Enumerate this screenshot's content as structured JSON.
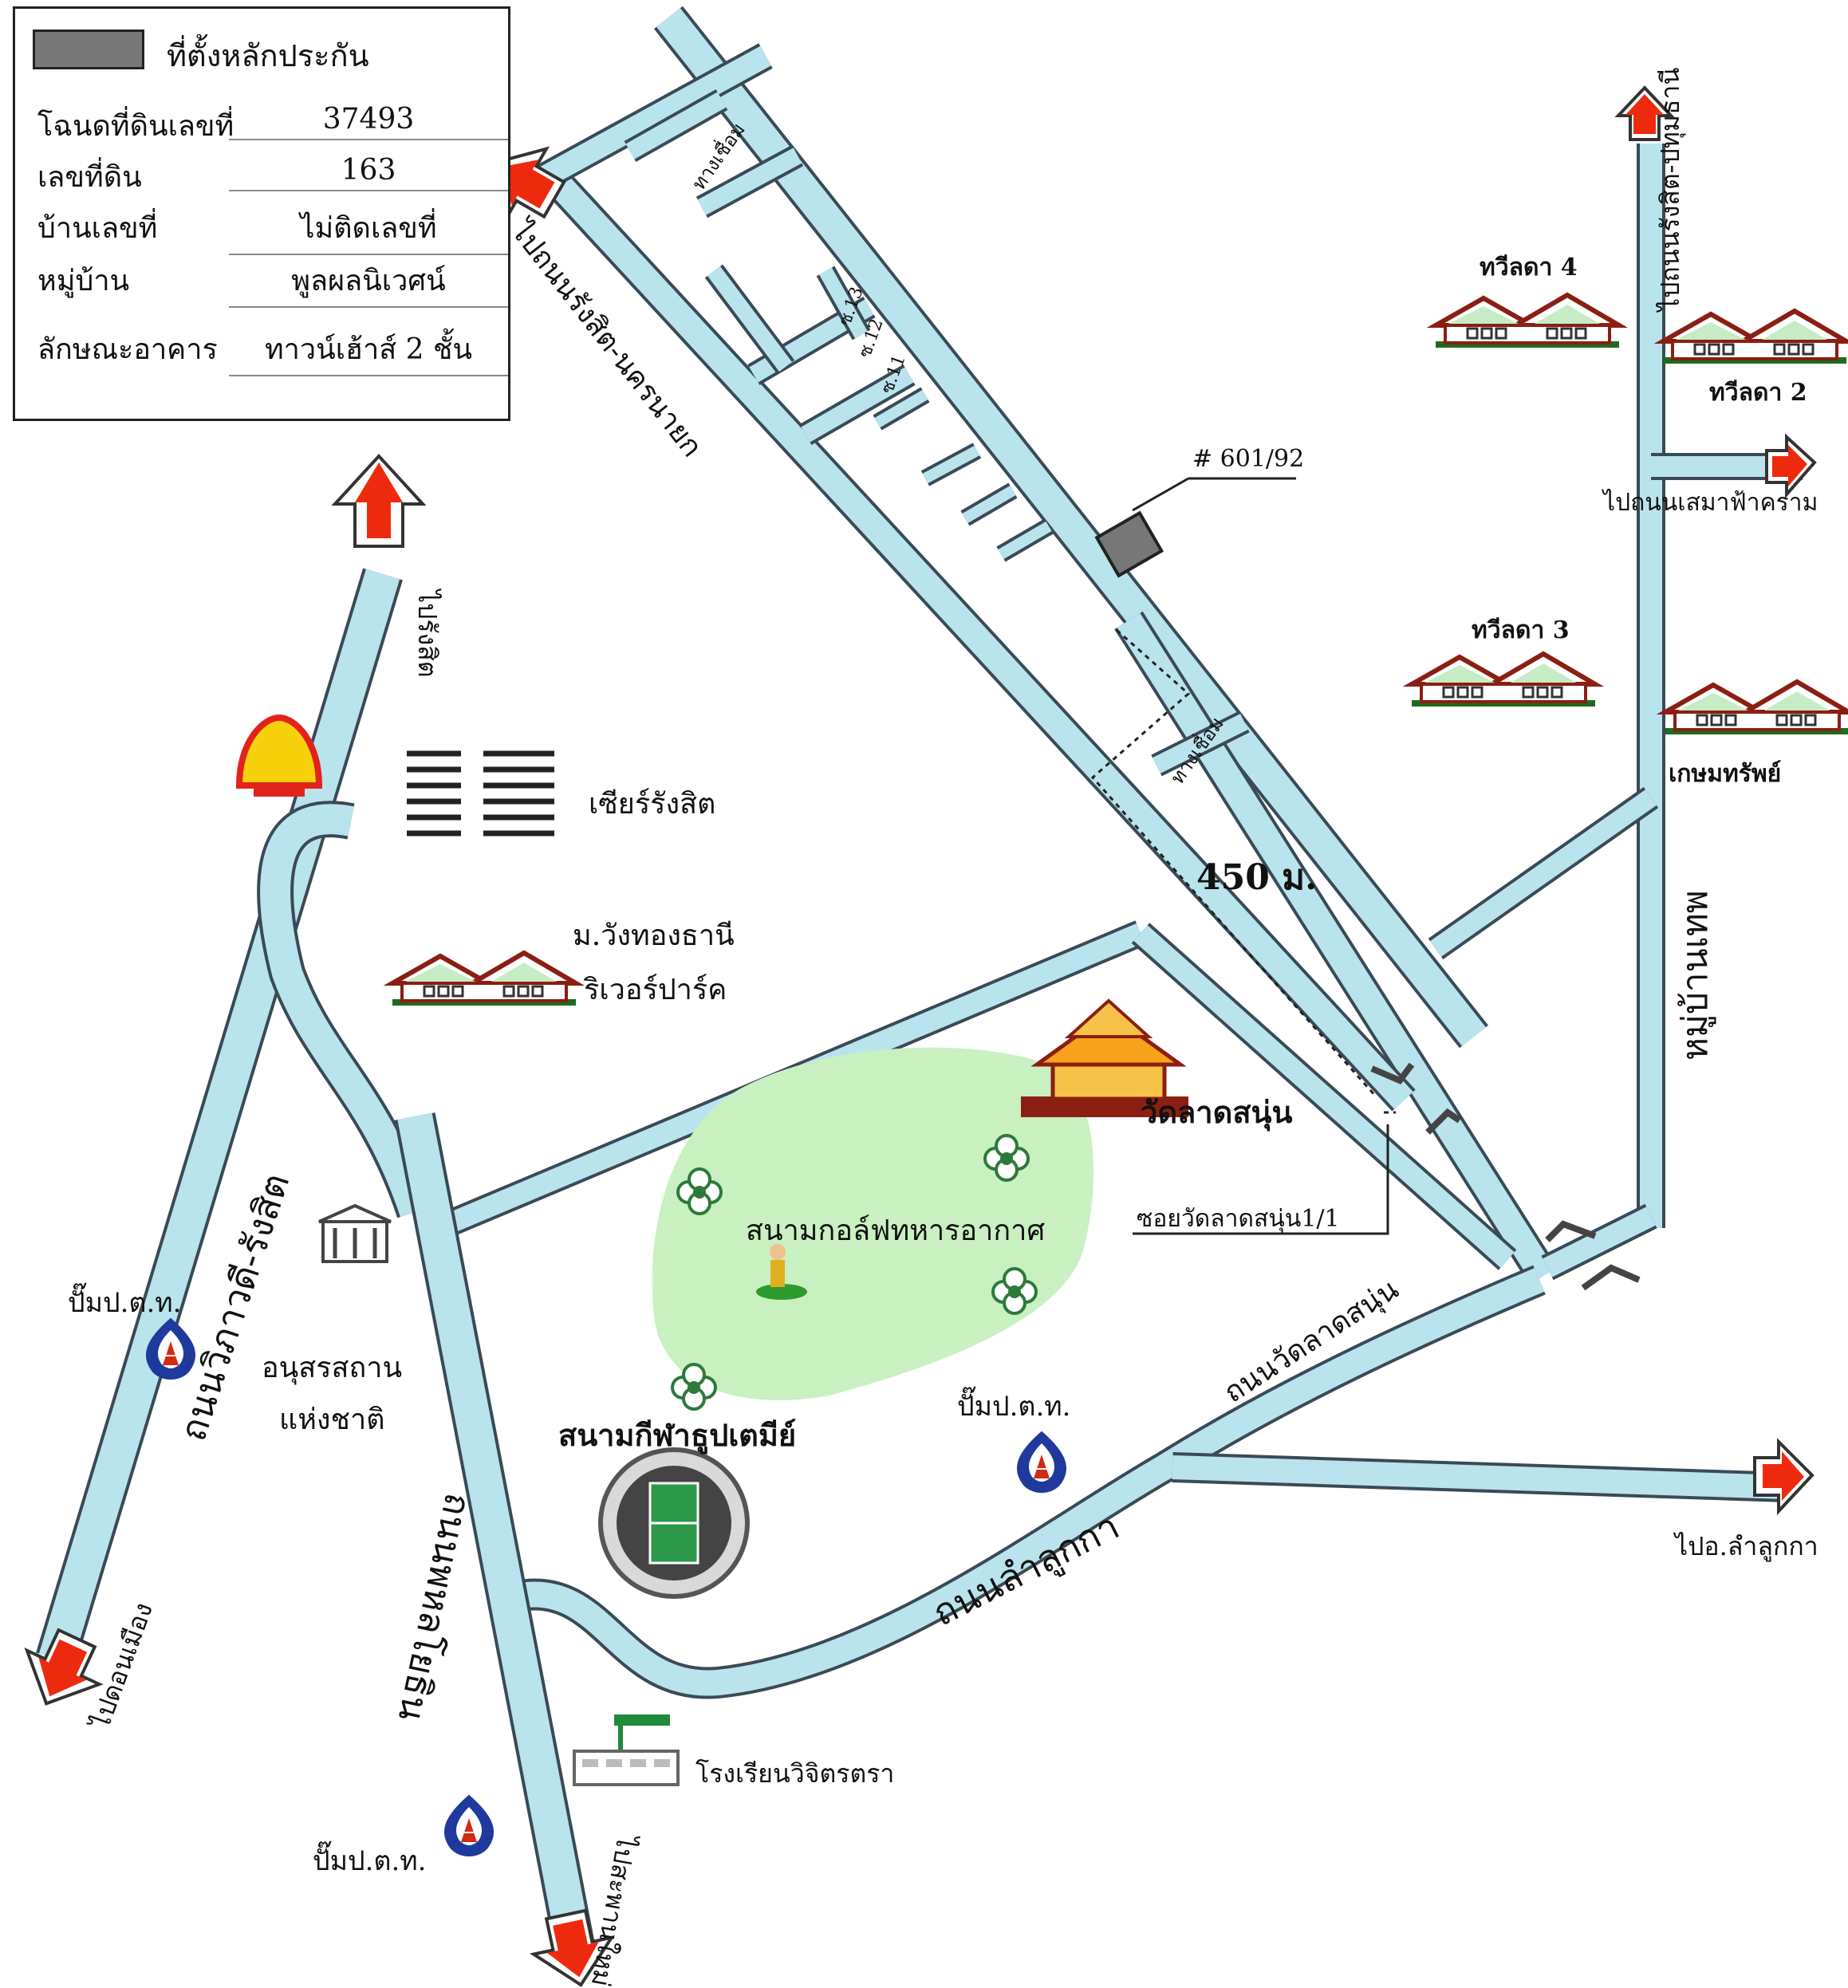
{
  "legend": {
    "swatch_label": "ที่ตั้งหลักประกัน",
    "rows": [
      {
        "key": "โฉนดที่ดินเลขที่",
        "value": "37493"
      },
      {
        "key": "เลขที่ดิน",
        "value": "163"
      },
      {
        "key": "บ้านเลขที่",
        "value": "ไม่ติดเลขที่"
      },
      {
        "key": "หมู่บ้าน",
        "value": "พูลผลนิเวศน์"
      },
      {
        "key": "ลักษณะอาคาร",
        "value": "ทาวน์เฮ้าส์ 2 ชั้น"
      }
    ]
  },
  "labels": {
    "to_rangsit_nakhonnayok": "ไปถนนรังสิต-นครนายก",
    "connector_top": "ทางเชื่อม",
    "connector_mid": "ทางเชื่อม",
    "soi_13": "ซ.13",
    "soi_12": "ซ.12",
    "soi_11": "ซ.11",
    "house_number": "# 601/92",
    "distance": "450 ม.",
    "to_rangsit": "ไปรังสิต",
    "to_donmueang": "ไปดอนเมือง",
    "vibhavadi_road": "ถนนวิภาวดี-รังสิต",
    "phaholyothin_road": "ถนนพหลโยธิน",
    "to_saphan_mai": "ไปสะพานใหม่",
    "lamlukka_road": "ถนนลำลูกกา",
    "to_lamlukka": "ไปอ.ลำลูกกา",
    "watlatsanun_road": "ถนนวัดลาดสนุ่น",
    "soi_watlatsanun": "ซอยวัดลาดสนุ่น1/1",
    "wat_latsanun": "วัดลาดสนุ่น",
    "golf_course": "สนามกอล์ฟทหารอากาศ",
    "stadium": "สนามกีฬาธูปเตมีย์",
    "school": "โรงเรียนวิจิตรตรา",
    "future_rangsit": "เซียร์รังสิต",
    "wangthong_1": "ม.วังทองธานี",
    "wangthong_2": "ริเวอร์ปาร์ค",
    "monument_1": "อนุสรสถาน",
    "monument_2": "แห่งชาติ",
    "ptt_1": "ปั๊มป.ต.ท.",
    "ptt_2": "ปั๊มป.ต.ท.",
    "ptt_3": "ปั๊มป.ต.ท.",
    "thawilada_4": "ทวีลดา 4",
    "thawilada_2": "ทวีลดา 2",
    "thawilada_3": "ทวีลดา 3",
    "kasemsap": "เกษมทรัพย์",
    "to_seima": "ไปถนนเสมาฟ้าคราม",
    "to_pathum": "ไปถนนรังสิต-ปทุมธานี",
    "village_road": "หมู่บ้านเทพ"
  },
  "colors": {
    "road": "#b9e4ee",
    "road_edge": "#3a4a56",
    "arrow_red": "#ee2a0e",
    "roof": "#8b1e12",
    "golf": "#c9f0c0",
    "temple": "#e8a21a"
  }
}
